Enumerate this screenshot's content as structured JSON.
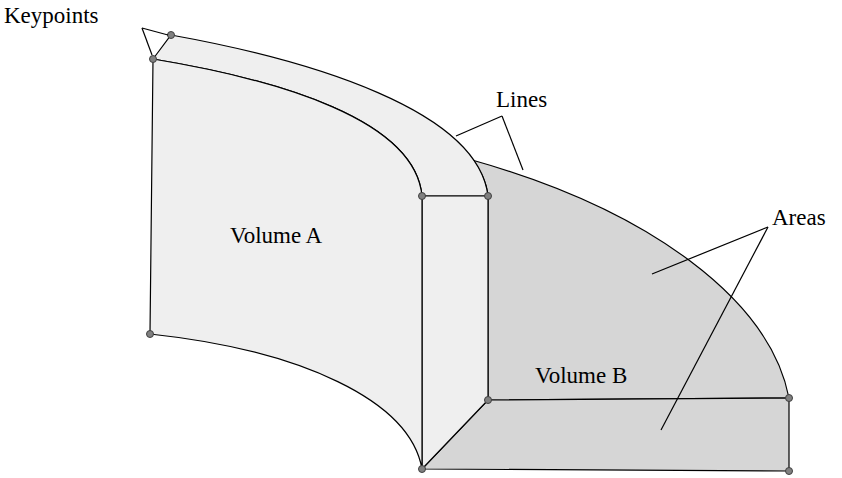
{
  "diagram": {
    "labels": [
      "Keypoints",
      "Lines",
      "Areas",
      "Volume A",
      "Volume B"
    ]
  }
}
